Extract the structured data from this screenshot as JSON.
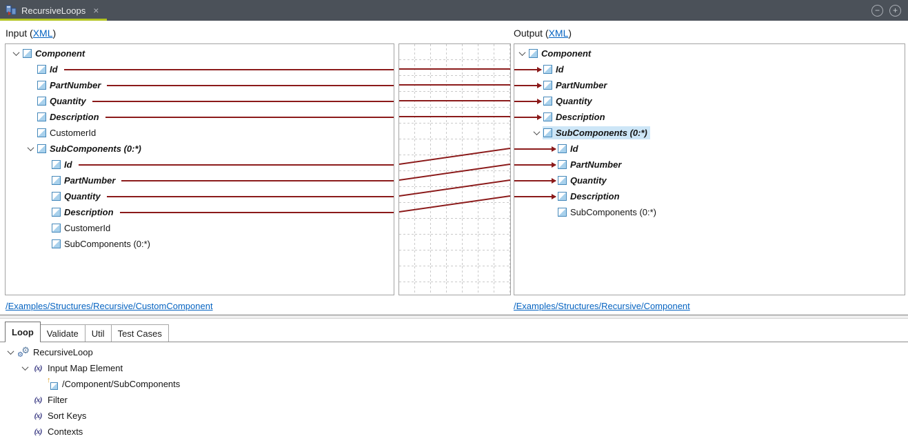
{
  "titlebar": {
    "tab_title": "RecursiveLoops",
    "close_glyph": "×",
    "zoom_out_glyph": "−",
    "zoom_in_glyph": "+"
  },
  "headers": {
    "input_prefix": "Input (",
    "output_prefix": "Output (",
    "xml_link_label": "XML",
    "suffix": ")"
  },
  "input_tree": {
    "source_link": "/Examples/Structures/Recursive/CustomComponent",
    "items": [
      {
        "label": "Component",
        "depth": 0,
        "expanded": true,
        "emphasis": true,
        "mapped": false
      },
      {
        "label": "Id",
        "depth": 1,
        "expanded": false,
        "emphasis": true,
        "mapped": true
      },
      {
        "label": "PartNumber",
        "depth": 1,
        "expanded": false,
        "emphasis": true,
        "mapped": true
      },
      {
        "label": "Quantity",
        "depth": 1,
        "expanded": false,
        "emphasis": true,
        "mapped": true
      },
      {
        "label": "Description",
        "depth": 1,
        "expanded": false,
        "emphasis": true,
        "mapped": true
      },
      {
        "label": "CustomerId",
        "depth": 1,
        "expanded": false,
        "emphasis": false,
        "mapped": false
      },
      {
        "label": "SubComponents (0:*)",
        "depth": 1,
        "expanded": true,
        "emphasis": true,
        "mapped": false
      },
      {
        "label": "Id",
        "depth": 2,
        "expanded": false,
        "emphasis": true,
        "mapped": true
      },
      {
        "label": "PartNumber",
        "depth": 2,
        "expanded": false,
        "emphasis": true,
        "mapped": true
      },
      {
        "label": "Quantity",
        "depth": 2,
        "expanded": false,
        "emphasis": true,
        "mapped": true
      },
      {
        "label": "Description",
        "depth": 2,
        "expanded": false,
        "emphasis": true,
        "mapped": true
      },
      {
        "label": "CustomerId",
        "depth": 2,
        "expanded": false,
        "emphasis": false,
        "mapped": false
      },
      {
        "label": "SubComponents (0:*)",
        "depth": 2,
        "expanded": false,
        "emphasis": false,
        "mapped": false
      }
    ]
  },
  "output_tree": {
    "source_link": "/Examples/Structures/Recursive/Component",
    "items": [
      {
        "label": "Component",
        "depth": 0,
        "expanded": true,
        "emphasis": true,
        "mapped": false,
        "selected": false
      },
      {
        "label": "Id",
        "depth": 1,
        "expanded": false,
        "emphasis": true,
        "mapped": true,
        "selected": false
      },
      {
        "label": "PartNumber",
        "depth": 1,
        "expanded": false,
        "emphasis": true,
        "mapped": true,
        "selected": false
      },
      {
        "label": "Quantity",
        "depth": 1,
        "expanded": false,
        "emphasis": true,
        "mapped": true,
        "selected": false
      },
      {
        "label": "Description",
        "depth": 1,
        "expanded": false,
        "emphasis": true,
        "mapped": true,
        "selected": false
      },
      {
        "label": "SubComponents (0:*)",
        "depth": 1,
        "expanded": true,
        "emphasis": true,
        "mapped": false,
        "selected": true
      },
      {
        "label": "Id",
        "depth": 2,
        "expanded": false,
        "emphasis": true,
        "mapped": true,
        "selected": false
      },
      {
        "label": "PartNumber",
        "depth": 2,
        "expanded": false,
        "emphasis": true,
        "mapped": true,
        "selected": false
      },
      {
        "label": "Quantity",
        "depth": 2,
        "expanded": false,
        "emphasis": true,
        "mapped": true,
        "selected": false
      },
      {
        "label": "Description",
        "depth": 2,
        "expanded": false,
        "emphasis": true,
        "mapped": true,
        "selected": false
      },
      {
        "label": "SubComponents (0:*)",
        "depth": 2,
        "expanded": false,
        "emphasis": false,
        "mapped": false,
        "selected": false
      }
    ]
  },
  "mappings": [
    {
      "from_row": 1,
      "to_row": 1
    },
    {
      "from_row": 2,
      "to_row": 2
    },
    {
      "from_row": 3,
      "to_row": 3
    },
    {
      "from_row": 4,
      "to_row": 4
    },
    {
      "from_row": 7,
      "to_row": 6
    },
    {
      "from_row": 8,
      "to_row": 7
    },
    {
      "from_row": 9,
      "to_row": 8
    },
    {
      "from_row": 10,
      "to_row": 9
    }
  ],
  "bottom_pane": {
    "tabs": [
      {
        "label": "Loop",
        "active": true
      },
      {
        "label": "Validate",
        "active": false
      },
      {
        "label": "Util",
        "active": false
      },
      {
        "label": "Test Cases",
        "active": false
      }
    ],
    "tree": [
      {
        "label": "RecursiveLoop",
        "depth": 0,
        "expanded": true,
        "icon": "gears"
      },
      {
        "label": "Input Map Element",
        "depth": 1,
        "expanded": true,
        "icon": "fx"
      },
      {
        "label": "/Component/SubComponents",
        "depth": 2,
        "expanded": false,
        "icon": "element-ref"
      },
      {
        "label": "Filter",
        "depth": 1,
        "expanded": false,
        "icon": "fx"
      },
      {
        "label": "Sort Keys",
        "depth": 1,
        "expanded": false,
        "icon": "fx"
      },
      {
        "label": "Contexts",
        "depth": 1,
        "expanded": false,
        "icon": "fx"
      }
    ]
  },
  "colors": {
    "mapping_line": "#8B1A1A",
    "link": "#0563C1",
    "selection": "#cde6f7",
    "tab_underline": "#b2c421",
    "titlebar_bg": "#4b5159",
    "grid_dash": "#c9c9c9"
  }
}
